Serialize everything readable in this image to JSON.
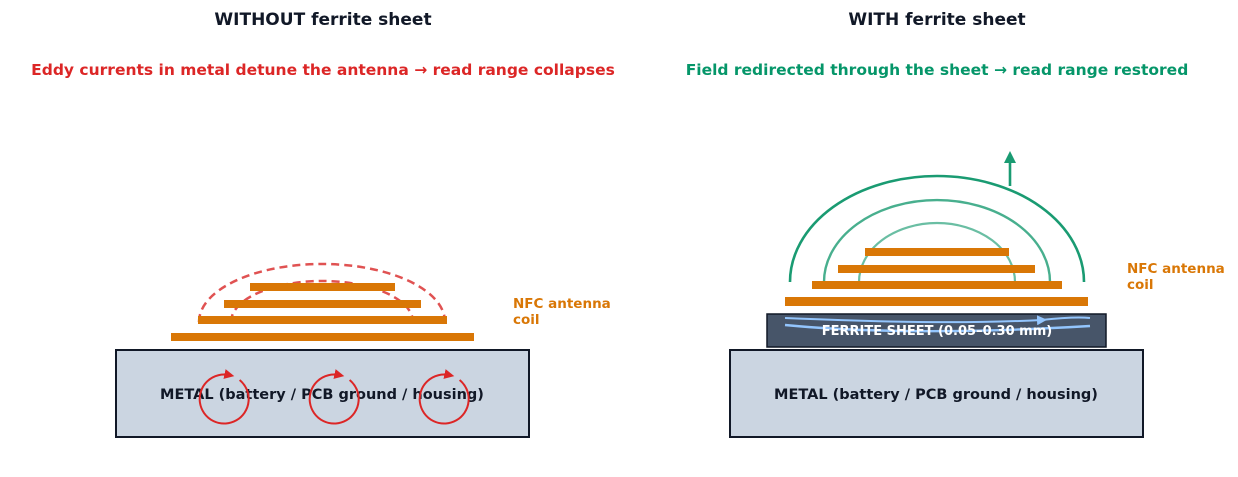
{
  "colors": {
    "coil": "#d97706",
    "metal_fill": "#cbd5e1",
    "metal_stroke": "#111827",
    "ferrite_fill": "#475569",
    "eddy": "#dc2626",
    "field_bad": "#e05252",
    "field_good": "#1a9b72",
    "flux": "#93c5fd",
    "bad_text": "#dc2626",
    "good_text": "#059669"
  },
  "left": {
    "title": "WITHOUT ferrite sheet",
    "subtitle": "Eddy currents in metal detune the antenna → read range collapses",
    "metal_label": "METAL  (battery / PCB ground / housing)",
    "coil_label_line1": "NFC antenna",
    "coil_label_line2": "coil"
  },
  "right": {
    "title": "WITH ferrite sheet",
    "subtitle": "Field redirected through the sheet → read range restored",
    "ferrite_label": "FERRITE SHEET  (0.05–0.30 mm)",
    "metal_label": "METAL  (battery / PCB ground / housing)",
    "coil_label_line1": "NFC antenna",
    "coil_label_line2": "coil"
  }
}
